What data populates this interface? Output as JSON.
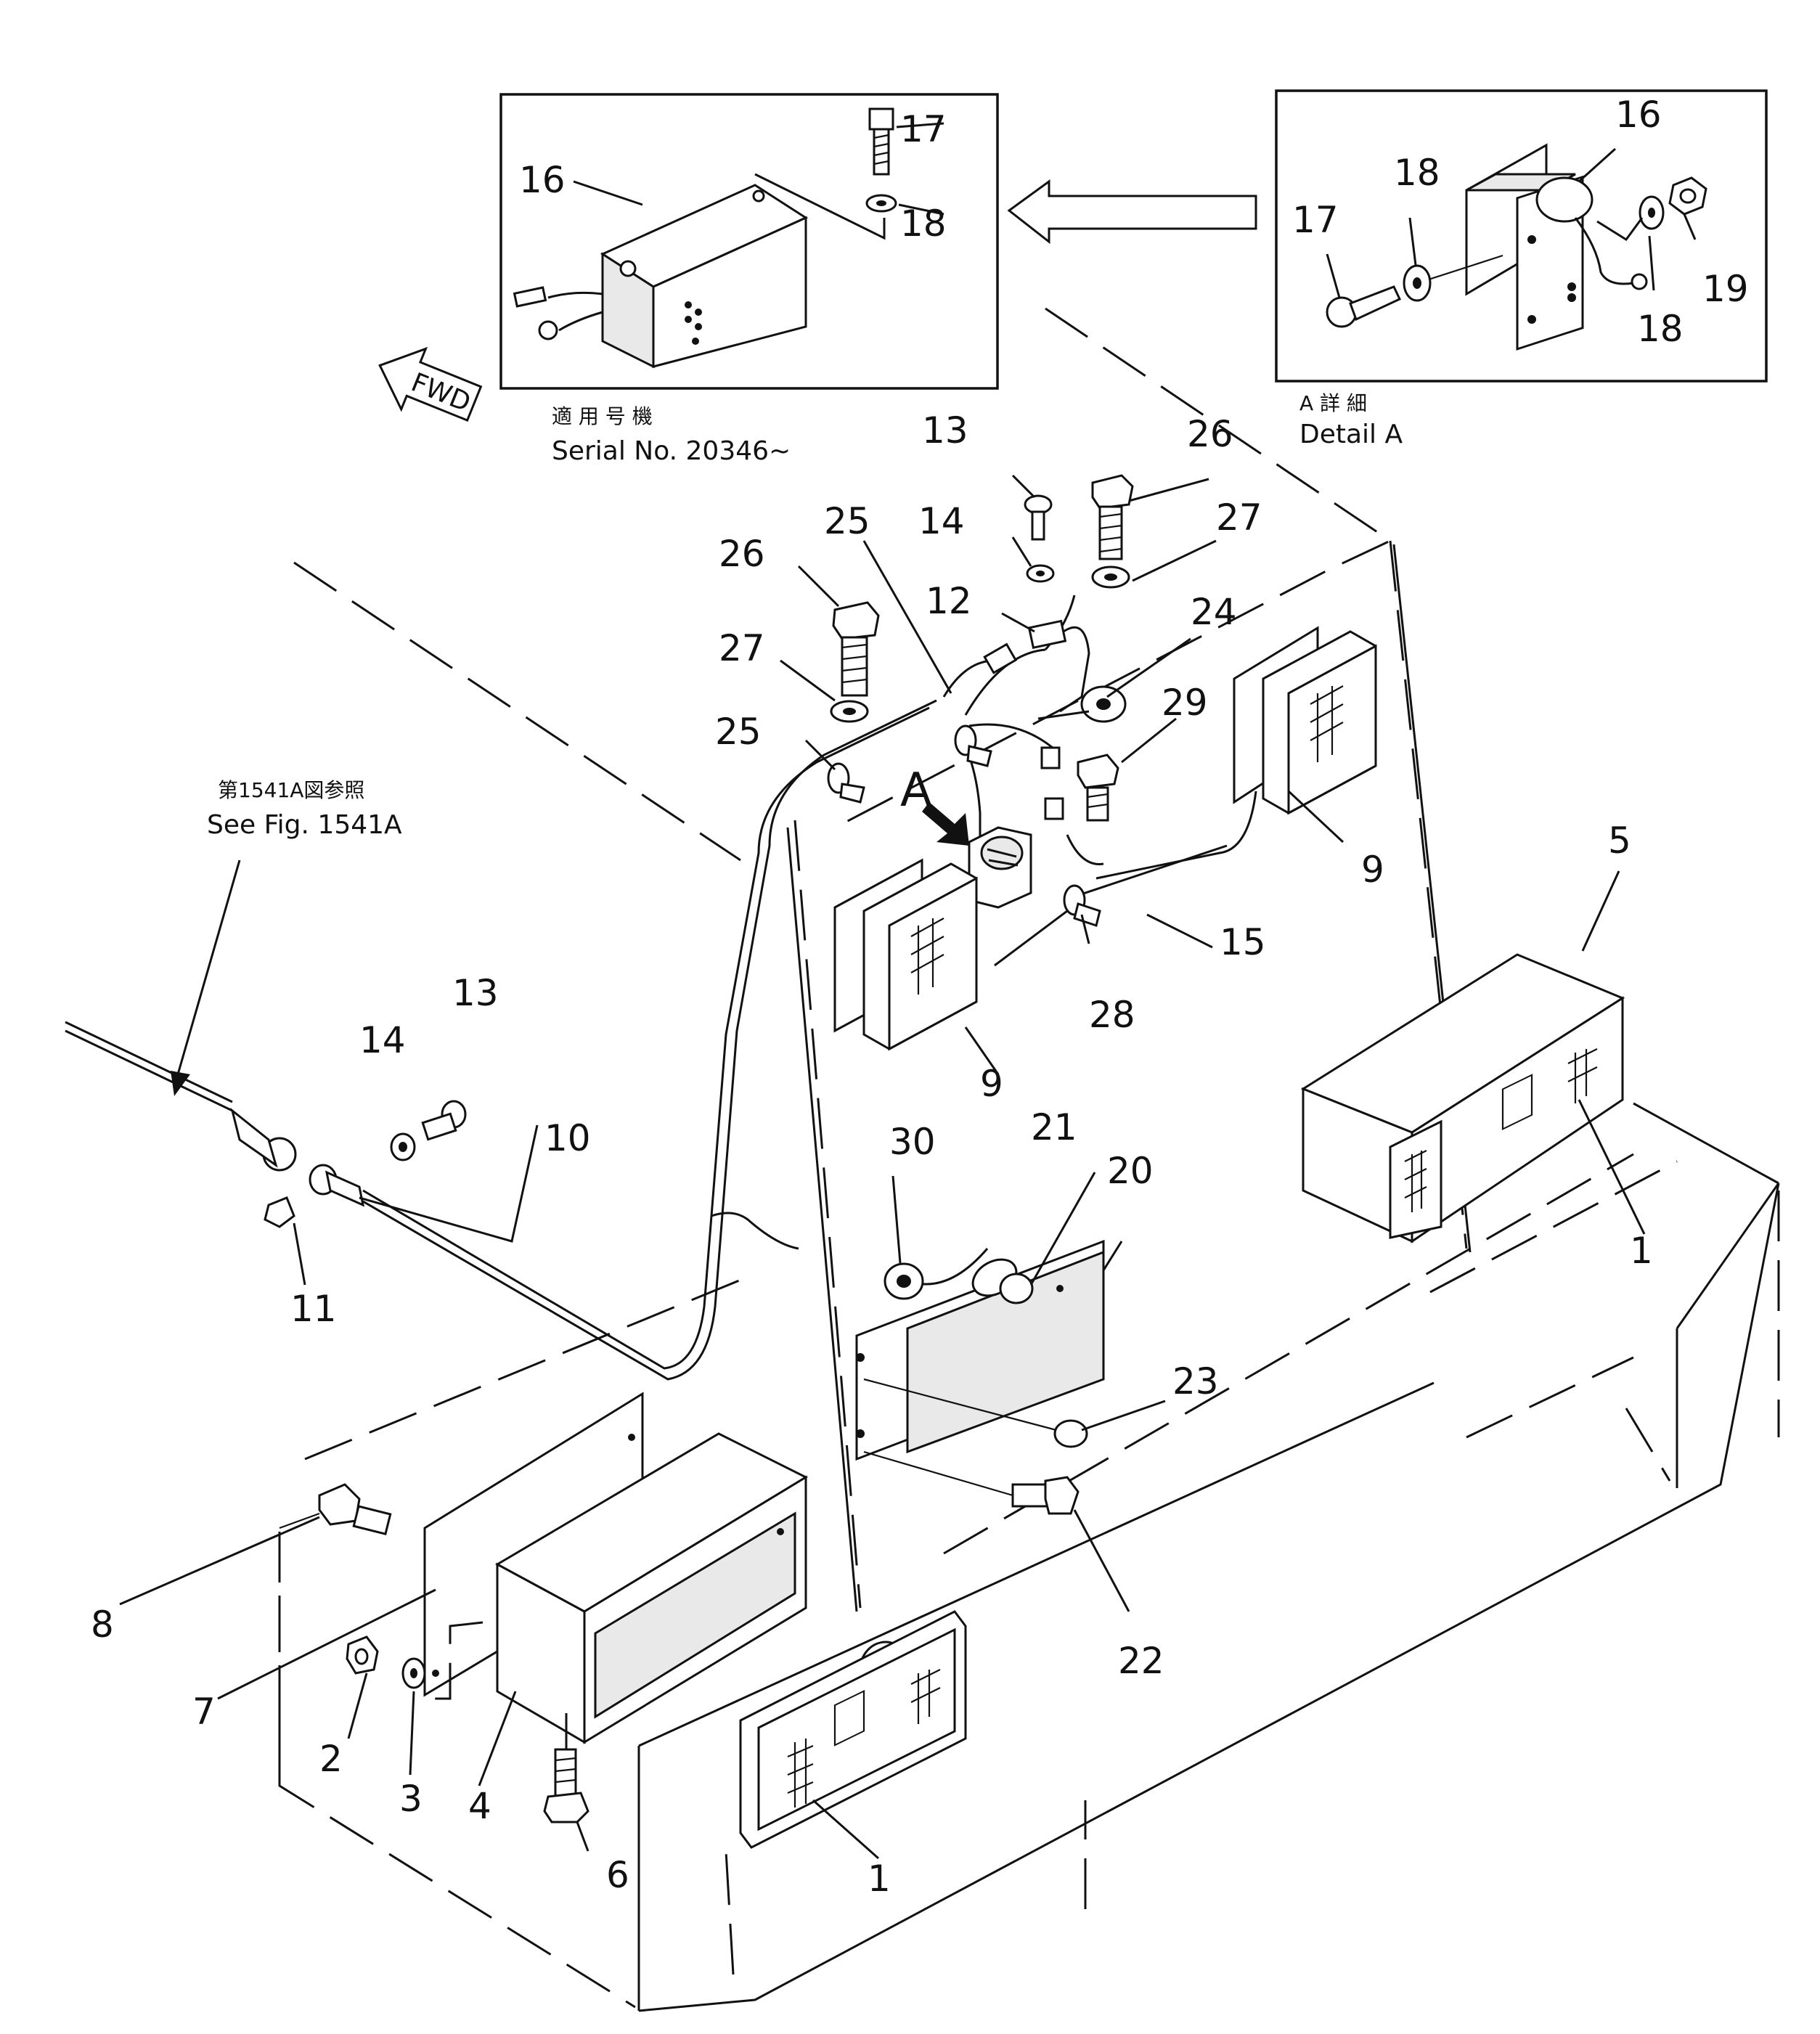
{
  "callouts": [
    {
      "id": "c1a",
      "text": "1"
    },
    {
      "id": "c1b",
      "text": "1"
    },
    {
      "id": "c2",
      "text": "2"
    },
    {
      "id": "c3",
      "text": "3"
    },
    {
      "id": "c4",
      "text": "4"
    },
    {
      "id": "c5",
      "text": "5"
    },
    {
      "id": "c6",
      "text": "6"
    },
    {
      "id": "c7",
      "text": "7"
    },
    {
      "id": "c8",
      "text": "8"
    },
    {
      "id": "c9a",
      "text": "9"
    },
    {
      "id": "c9b",
      "text": "9"
    },
    {
      "id": "c10",
      "text": "10"
    },
    {
      "id": "c11",
      "text": "11"
    },
    {
      "id": "c12",
      "text": "12"
    },
    {
      "id": "c13a",
      "text": "13"
    },
    {
      "id": "c13b",
      "text": "13"
    },
    {
      "id": "c14a",
      "text": "14"
    },
    {
      "id": "c14b",
      "text": "14"
    },
    {
      "id": "c15",
      "text": "15"
    },
    {
      "id": "c20",
      "text": "20"
    },
    {
      "id": "c21",
      "text": "21"
    },
    {
      "id": "c22",
      "text": "22"
    },
    {
      "id": "c23",
      "text": "23"
    },
    {
      "id": "c24",
      "text": "24"
    },
    {
      "id": "c25a",
      "text": "25"
    },
    {
      "id": "c25b",
      "text": "25"
    },
    {
      "id": "c26a",
      "text": "26"
    },
    {
      "id": "c26b",
      "text": "26"
    },
    {
      "id": "c27a",
      "text": "27"
    },
    {
      "id": "c27b",
      "text": "27"
    },
    {
      "id": "c28",
      "text": "28"
    },
    {
      "id": "c29",
      "text": "29"
    },
    {
      "id": "c30",
      "text": "30"
    },
    {
      "id": "s16",
      "text": "16"
    },
    {
      "id": "s17",
      "text": "17"
    },
    {
      "id": "s18",
      "text": "18"
    },
    {
      "id": "d16",
      "text": "16"
    },
    {
      "id": "d17",
      "text": "17"
    },
    {
      "id": "d18a",
      "text": "18"
    },
    {
      "id": "d18b",
      "text": "18"
    },
    {
      "id": "d19",
      "text": "19"
    }
  ],
  "letter_a": "A",
  "fwd_label": "FWD",
  "serial_box": {
    "caption_jp": "適 用 号 機",
    "caption_en": "Serial No. 20346~"
  },
  "detail_box": {
    "caption_jp": "A 詳 細",
    "caption_en": "Detail A"
  },
  "see_fig": {
    "jp": "第1541A図参照",
    "en": "See Fig. 1541A"
  }
}
